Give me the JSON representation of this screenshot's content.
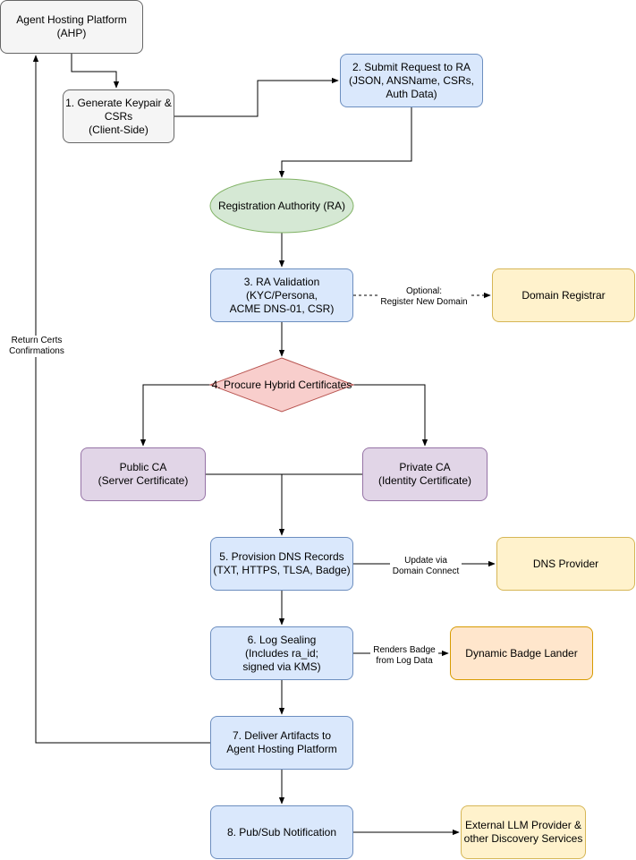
{
  "nodes": {
    "ahp": [
      "Agent Hosting Platform",
      "(AHP)"
    ],
    "keypair": [
      "1. Generate Keypair &",
      "CSRs",
      "(Client-Side)"
    ],
    "submit": [
      "2. Submit Request to RA",
      "(JSON, ANSName, CSRs,",
      "Auth Data)"
    ],
    "ra": [
      "Registration Authority (RA)"
    ],
    "validation": [
      "3. RA Validation",
      "(KYC/Persona,",
      "ACME DNS-01, CSR)"
    ],
    "registrar": [
      "Domain Registrar"
    ],
    "procure": [
      "4. Procure Hybrid Certificates"
    ],
    "public_ca": [
      "Public CA",
      "(Server Certificate)"
    ],
    "private_ca": [
      "Private CA",
      "(Identity Certificate)"
    ],
    "dns_records": [
      "5. Provision DNS Records",
      "(TXT, HTTPS, TLSA, Badge)"
    ],
    "dns_provider": [
      "DNS Provider"
    ],
    "log_sealing": [
      "6. Log Sealing",
      "(Includes ra_id;",
      "signed via KMS)"
    ],
    "badge_lander": [
      "Dynamic Badge Lander"
    ],
    "deliver": [
      "7. Deliver Artifacts to",
      "Agent Hosting Platform"
    ],
    "pubsub": [
      "8. Pub/Sub Notification"
    ],
    "external": [
      "External LLM Provider &",
      "other Discovery Services"
    ]
  },
  "edge_labels": {
    "optional": [
      "Optional:",
      "Register New Domain"
    ],
    "update": [
      "Update via",
      "Domain Connect"
    ],
    "renders": [
      "Renders Badge",
      "from Log Data"
    ],
    "return": [
      "Return Certs",
      "Confirmations"
    ]
  },
  "colors": {
    "gray": "#f5f5f5",
    "blue": "#dae8fc",
    "green": "#d5e8d4",
    "red": "#f8cecc",
    "purple": "#e1d5e7",
    "yellow": "#fff2cc",
    "orange": "#ffe6cc"
  }
}
